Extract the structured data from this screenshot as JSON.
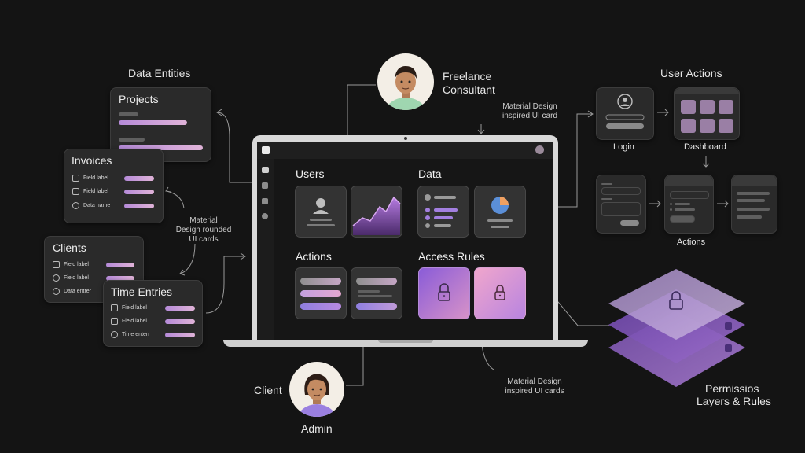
{
  "labels": {
    "data_entities": "Data Entities",
    "freelance": "Freelance",
    "consultant": "Consultant",
    "user_actions": "User Actions",
    "client": "Client",
    "admin": "Admin",
    "permissions_line1": "Permissios",
    "permissions_line2": "Layers & Rules"
  },
  "notes": {
    "md_card_top_1": "Material Design",
    "md_card_top_2": "inspired UI card",
    "md_rounded_1": "Material",
    "md_rounded_2": "Design rounded",
    "md_rounded_3": "UI cards",
    "md_cards_bottom_1": "Material Design",
    "md_cards_bottom_2": "inspired UI cards"
  },
  "entities": {
    "projects": {
      "title": "Projects"
    },
    "invoices": {
      "title": "Invoices",
      "rows": [
        "Field label",
        "Field label",
        "Data name"
      ]
    },
    "clients": {
      "title": "Clients",
      "rows": [
        "Field label",
        "Field label",
        "Data entrer"
      ]
    },
    "time_entries": {
      "title": "Time Entries",
      "rows": [
        "Field label",
        "Field label",
        "Time enterr"
      ]
    }
  },
  "laptop": {
    "sections": {
      "users": "Users",
      "data": "Data",
      "actions": "Actions",
      "access_rules": "Access Rules"
    }
  },
  "flow": {
    "login": "Login",
    "dashboard": "Dashboard",
    "actions": "Actions"
  },
  "colors": {
    "background": "#141414",
    "accent_purple": "#9b6fd6",
    "accent_pink": "#e08fc8"
  }
}
